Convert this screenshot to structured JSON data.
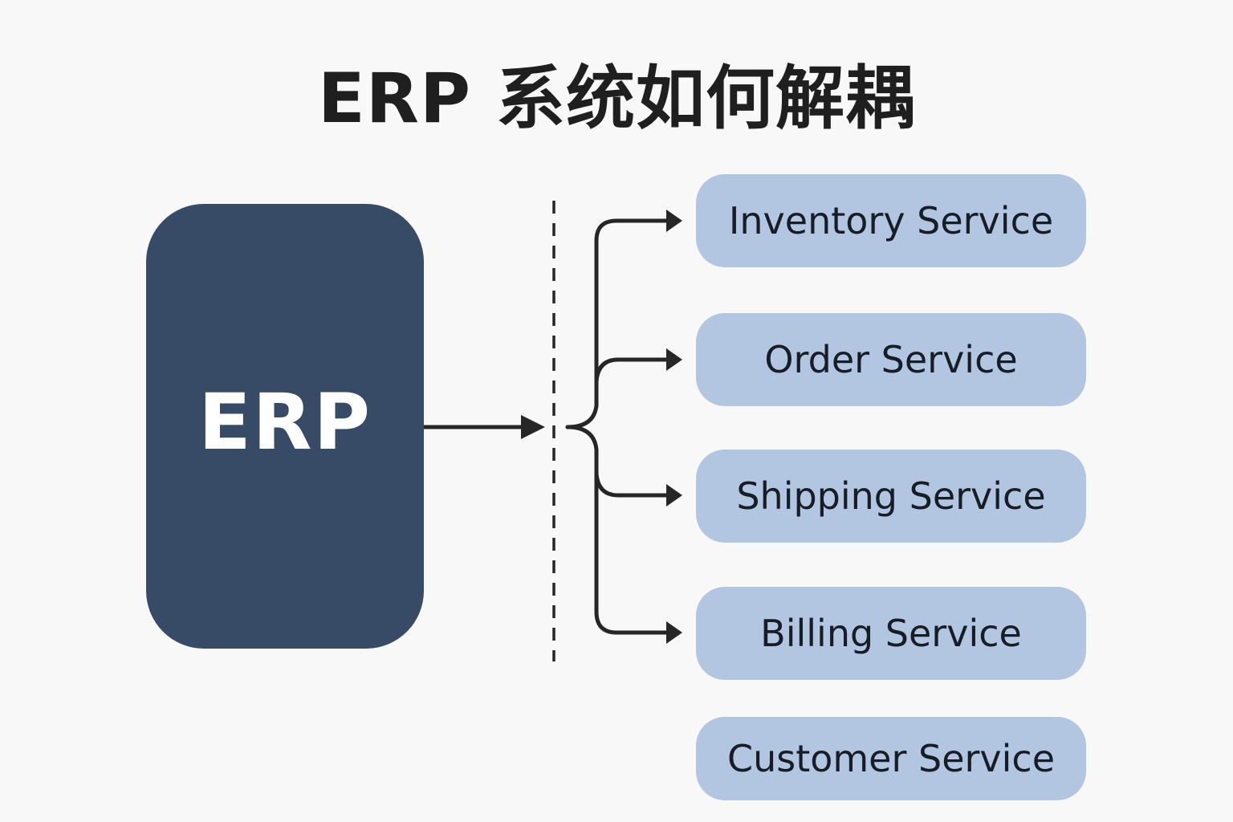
{
  "title": "ERP 系统如何解耦",
  "source": {
    "label": "ERP",
    "color": "#374b67"
  },
  "services": [
    {
      "label": "Inventory Service",
      "connected": true
    },
    {
      "label": "Order Service",
      "connected": true
    },
    {
      "label": "Shipping Service",
      "connected": true
    },
    {
      "label": "Billing Service",
      "connected": true
    },
    {
      "label": "Customer Service",
      "connected": false
    }
  ],
  "colors": {
    "background": "#f8f8f8",
    "service_fill": "#b2c6e1",
    "line": "#262626",
    "text": "#161d27"
  }
}
